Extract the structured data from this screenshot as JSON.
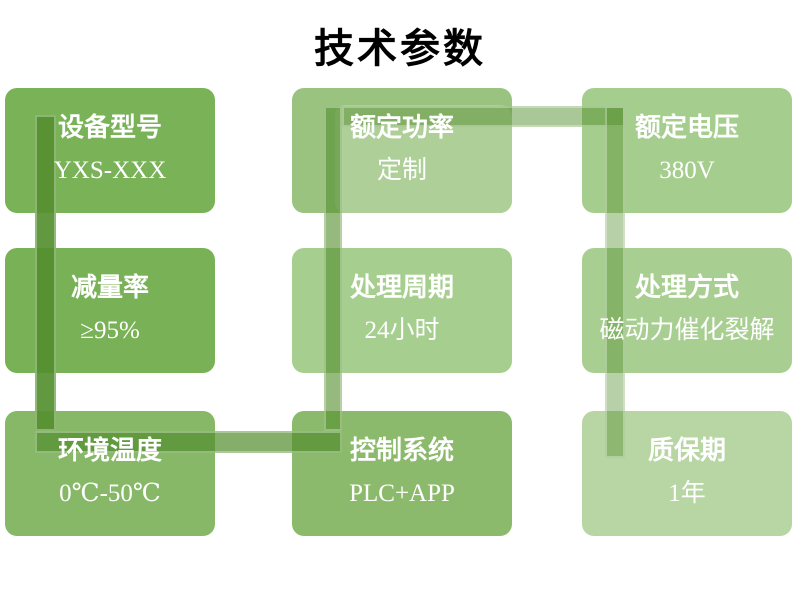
{
  "title": "技术参数",
  "text_color": "#ffffff",
  "connector_base_color": "#558f2f",
  "boxes": [
    {
      "label": "设备型号",
      "value": "YXS-XXX",
      "color": "#7ab258"
    },
    {
      "label": "额定功率",
      "value": "定制",
      "color": "#9ac37f"
    },
    {
      "label": "额定电压",
      "value": "380V",
      "color": "#a5cd8d"
    },
    {
      "label": "减量率",
      "value": "≥95%",
      "color": "#79b157"
    },
    {
      "label": "处理周期",
      "value": "24小时",
      "color": "#a6ce8e"
    },
    {
      "label": "处理方式",
      "value": "磁动力催化裂解",
      "color": "#a8cf91"
    },
    {
      "label": "环境温度",
      "value": "0℃-50℃",
      "color": "#87b868"
    },
    {
      "label": "控制系统",
      "value": "PLC+APP",
      "color": "#8cba6d"
    },
    {
      "label": "质保期",
      "value": "1年",
      "color": "#b7d6a3"
    }
  ],
  "segments": [
    {
      "color": "rgba(85,143,47,0.92)"
    },
    {
      "color": "rgba(85,143,47,0.72)"
    },
    {
      "color": "rgba(85,143,47,0.62)"
    },
    {
      "color": "rgba(85,143,47,0.50)"
    },
    {
      "color": "rgba(85,143,47,0.42)"
    }
  ]
}
